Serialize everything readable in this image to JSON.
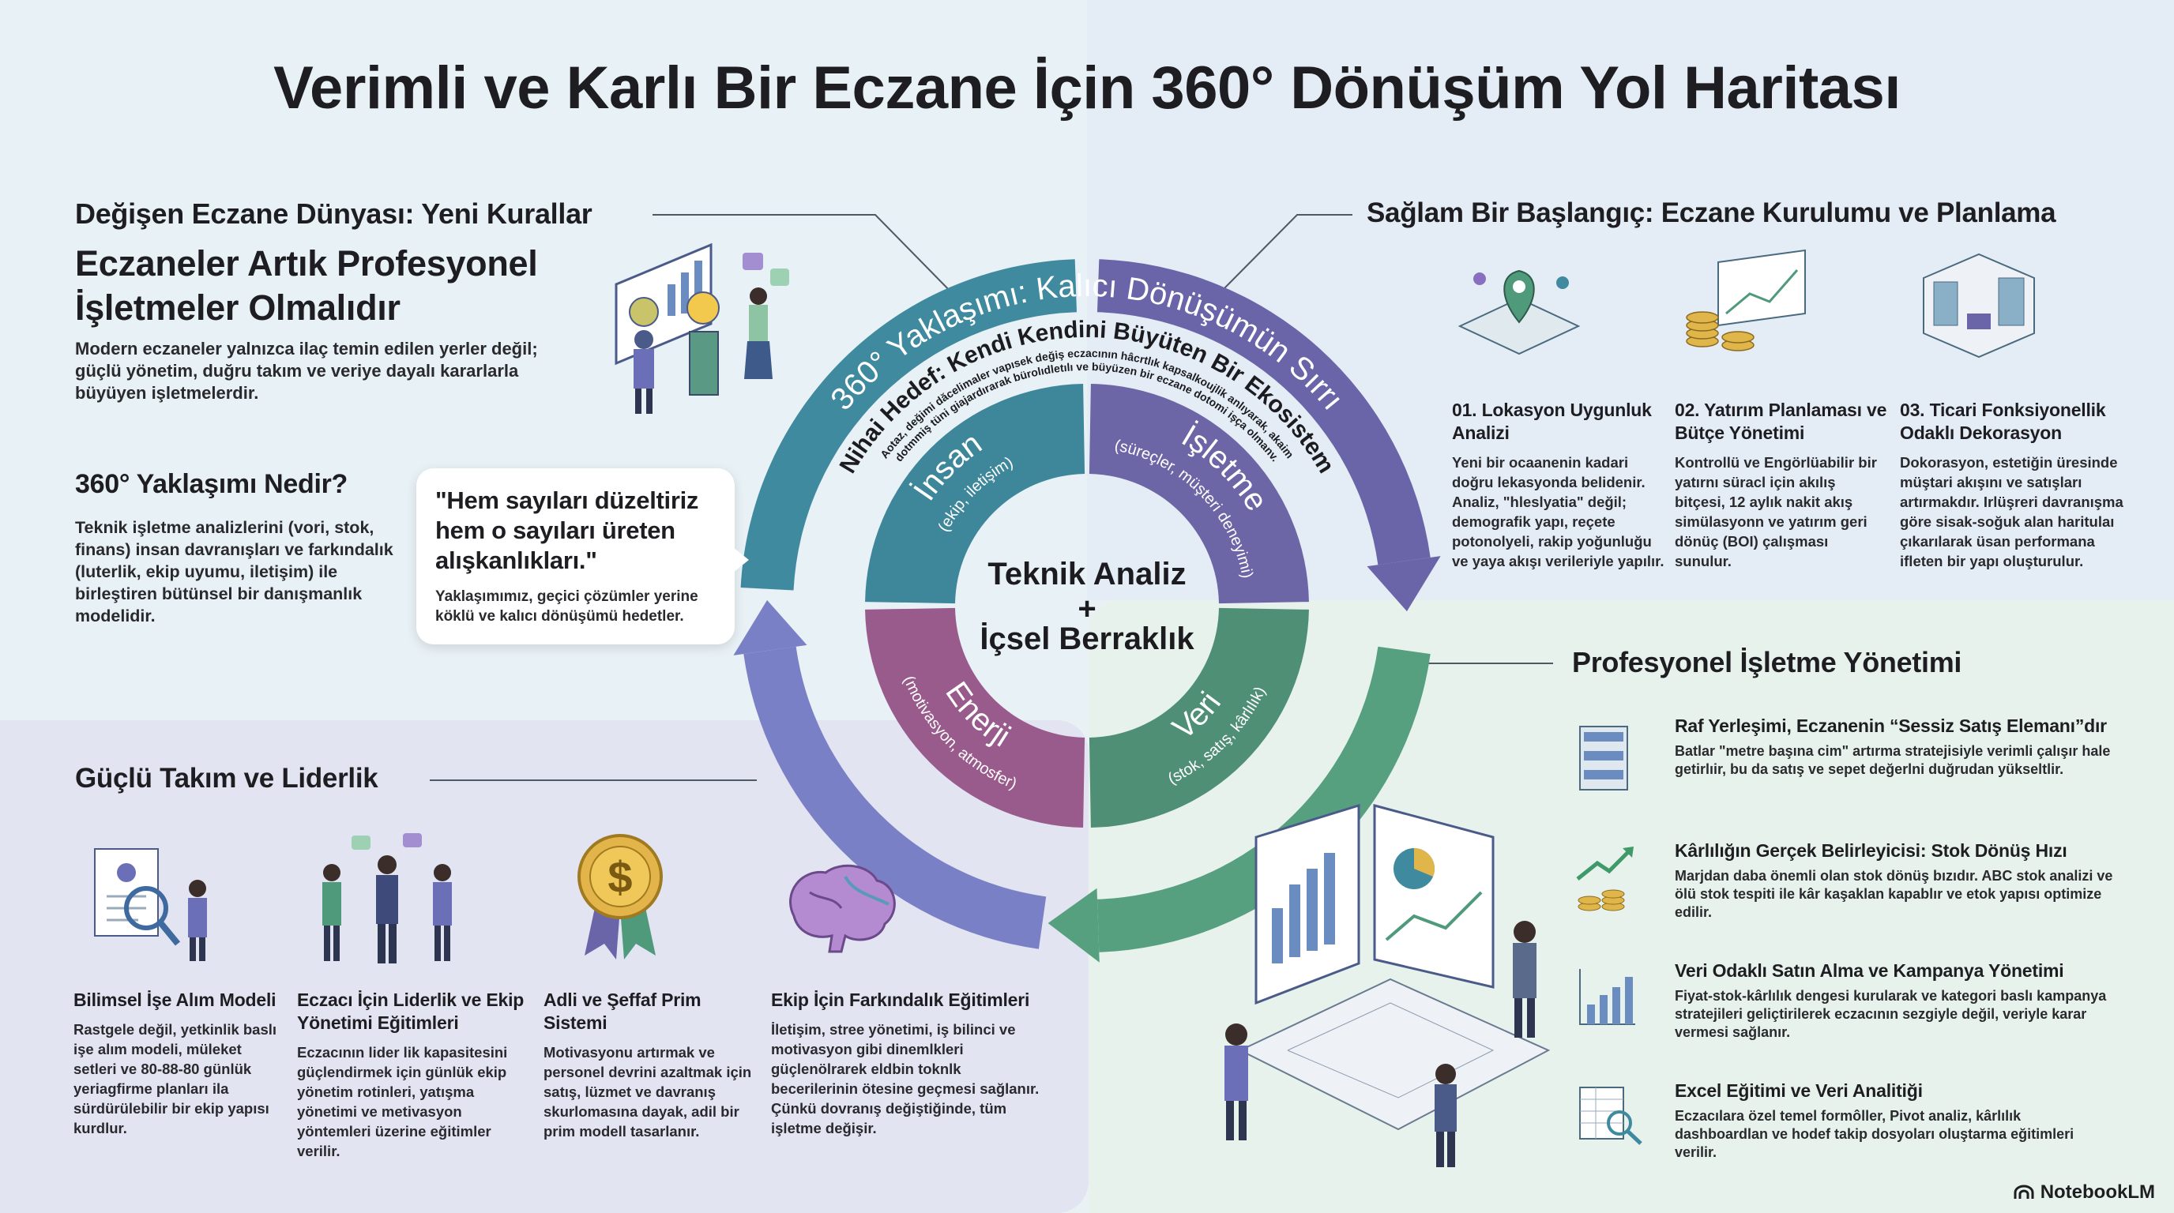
{
  "title": "Verimli ve Karlı Bir Eczane İçin 360° Dönüşüm Yol Haritası",
  "left_top": {
    "section": "Değişen Eczane Dünyası: Yeni Kurallar",
    "headline_1": "Eczaneler Artık Profesyonel",
    "headline_2": "İşletmeler Olmalıdır",
    "body": "Modern eczaneler yalnızca ilaç temin edilen yerler değil; güçlü yönetim, duğru takım ve veriye dayalı kararlarla büyüyen işletmelerdir."
  },
  "approach": {
    "title": "360° Yaklaşımı Nedir?",
    "body": "Teknik işletme analizlerini (vori, stok, finans) insan davranışları ve farkındalık (luterlik, ekip uyumu, iletişim) ile birleştiren bütünsel bir danışmanlık modelidir."
  },
  "quote": {
    "text": "\"Hem sayıları düzeltiriz hem o sayıları üreten alışkanlıkları.\"",
    "sub": "Yaklaşımımız, geçici çözümler yerine köklü ve kalıcı dönüşümü hedetler."
  },
  "circle": {
    "outer_title": "360° Yaklaşımı: Kalıcı Dönüşümün Sırrı",
    "goal_title": "Nihai Hedef: Kendi Kendini Büyüten Bir Ekosistem",
    "goal_line_1": "Aotaz, değimi dăcelimaler vapısek değiş eczacının hâcrtlık kapsalkoujlik anlıyarak, akaim",
    "goal_line_2": "dotmmiş tüni giajardırarak bürolıdletılı ve büyüzen bir eczane dotomi işça olmanv.",
    "center_1": "Teknik Analiz",
    "center_plus": "+",
    "center_2": "İçsel Berraklık",
    "quadrants": [
      {
        "label": "İnsan",
        "sub": "(ekip, iletişim)",
        "color": "#3e879b"
      },
      {
        "label": "İşletme",
        "sub": "(süreçler, müşteri deneyimi)",
        "color": "#6c65a6"
      },
      {
        "label": "Veri",
        "sub": "(stok, satış, kârlılık)",
        "color": "#4e8f75"
      },
      {
        "label": "Enerji",
        "sub": "(motivasyon, atmosfer)",
        "color": "#995a8c"
      }
    ],
    "ring_colors": {
      "teal": "#3f8a9f",
      "purple": "#6a64a9",
      "green": "#56a07f",
      "blue": "#7a80c6"
    }
  },
  "setup": {
    "section": "Sağlam Bir Başlangıç: Eczane Kurulumu ve Planlama",
    "steps": [
      {
        "title": "01. Lokasyon Uygunluk Analizi",
        "body": "Yeni bir ocaanenin kadari doğru lekasyonda belidenir. Analiz, \"hleslyatia\" değil; demografik yapı, reçete potonolyeli, rakip yoğunluğu ve yaya akışı verileriyle yapılır."
      },
      {
        "title": "02. Yatırım Planlaması ve Bütçe Yönetimi",
        "body": "Kontrollü ve Engörlüabilir bir yatırnı süracl için akılış bitçesi, 12 aylık nakit akış simülasyonn ve yatırım geri dönüç (BOI) çalışması sunulur."
      },
      {
        "title": "03. Ticari Fonksiyonellik Odaklı Dekorasyon",
        "body": "Dokorasyon, estetiğin üresinde müştari akışını ve satışları artırmakdır. Irlüşreri davranışma göre sisak-soğuk alan haritulaı çıkarılarak üsan performana ifleten bir yapı oluşturulur."
      }
    ]
  },
  "management": {
    "section": "Profesyonel İşletme Yönetimi",
    "items": [
      {
        "title": "Raf Yerleşimi, Eczanenin “Sessiz Satış Elemanı”dır",
        "body": "Batlar \"metre başına cim\" artırma stratejisiyle verimli çalışır hale getirlıir, bu da satış ve sepet değerlni duğrudan yükseltlir."
      },
      {
        "title": "Kârlılığın Gerçek Belirleyicisi: Stok Dönüş Hızı",
        "body": "Marjdan daba önemli olan stok dönüş bızıdır. ABC stok analizi ve ölü stok tespiti ile kâr kaşaklan kapablır ve etok yapısı optimize edilir."
      },
      {
        "title": "Veri Odaklı Satın Alma ve Kampanya Yönetimi",
        "body": "Fiyat-stok-kârlılık dengesi kurularak ve kategori baslı kampanya stratejileri geliçtirilerek eczacının sezgiyle değil, veriyle karar vermesi sağlanır."
      },
      {
        "title": "Excel Eğitimi ve Veri Analitiği",
        "body": "Eczacılara özel temel formôller, Pivot analiz, kârlılık dashboardlan ve hodef takip dosyoları oluştarma eğitimleri verilir."
      }
    ]
  },
  "team": {
    "section": "Güçlü Takım ve Liderlik",
    "items": [
      {
        "title": "Bilimsel İşe Alım Modeli",
        "body": "Rastgele değil, yetkinlik baslı işe alım modeli, müleket setleri ve 80-88-80 günlük yeriagfirme planları ila sürdürülebilir bir ekip yapısı kurdlur."
      },
      {
        "title": "Eczacı İçin Liderlik ve Ekip Yönetimi Eğitimleri",
        "body": "Eczacının lider lik kapasitesini güçlendirmek için günlük ekip yönetim rotinleri, yatışma yönetimi ve metivasyon yöntemleri üzerine eğitimler verilir."
      },
      {
        "title": "Adli ve Şeffaf Prim Sistemi",
        "body": "Motivasyonu artırmak ve personel devrini azaltmak için satış, lüzmet ve davranış skurlomasına dayak, adil bir prim modell tasarlanır."
      },
      {
        "title": "Ekip İçin Farkındalık Eğitimleri",
        "body": "İletişim, stree yönetimi, iş bilinci ve motivasyon gibi dinemlkleri güçlenölrarek eldbin toknlk becerilerinin ötesine geçmesi sağlanır. Çünkü dovranış değiştiğinde, tüm işletme değişir."
      }
    ]
  },
  "brand": "NotebookLM"
}
